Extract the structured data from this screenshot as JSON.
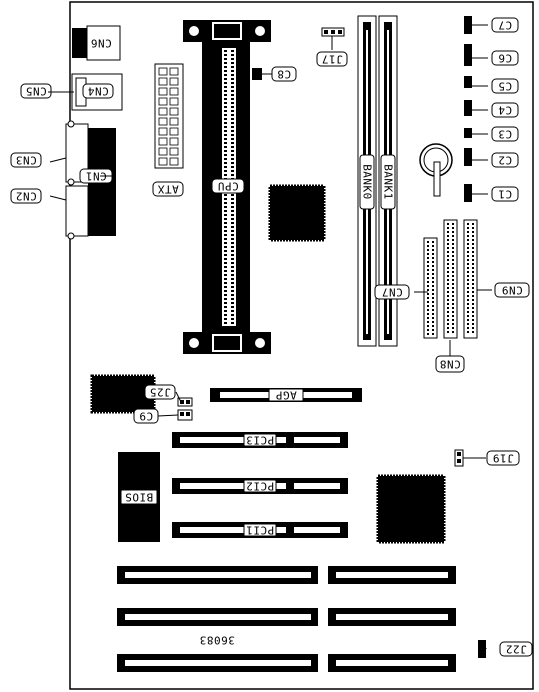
{
  "figure_number": "36083",
  "components": {
    "cpu": "CPU",
    "agp": "AGP",
    "atx": "ATX",
    "bios": "BIOS",
    "pci1": "PCI1",
    "pci2": "PCI2",
    "pci3": "PCI3",
    "bank0": "BANK0",
    "bank1": "BANK1"
  },
  "connectors": {
    "cn1": "CN1",
    "cn2": "CN2",
    "cn3": "CN3",
    "cn4": "CN4",
    "cn5": "CN5",
    "cn6": "CN6",
    "cn7": "CN7",
    "cn8": "CN8",
    "cn9": "CN9"
  },
  "jumpers": {
    "j17": "J17",
    "j19": "J19",
    "j22": "J22",
    "j25": "J25",
    "c1": "C1",
    "c2": "C2",
    "c3": "C3",
    "c4": "C4",
    "c5": "C5",
    "c6": "C6",
    "c7": "C7",
    "c8": "C8",
    "c9": "C9"
  }
}
